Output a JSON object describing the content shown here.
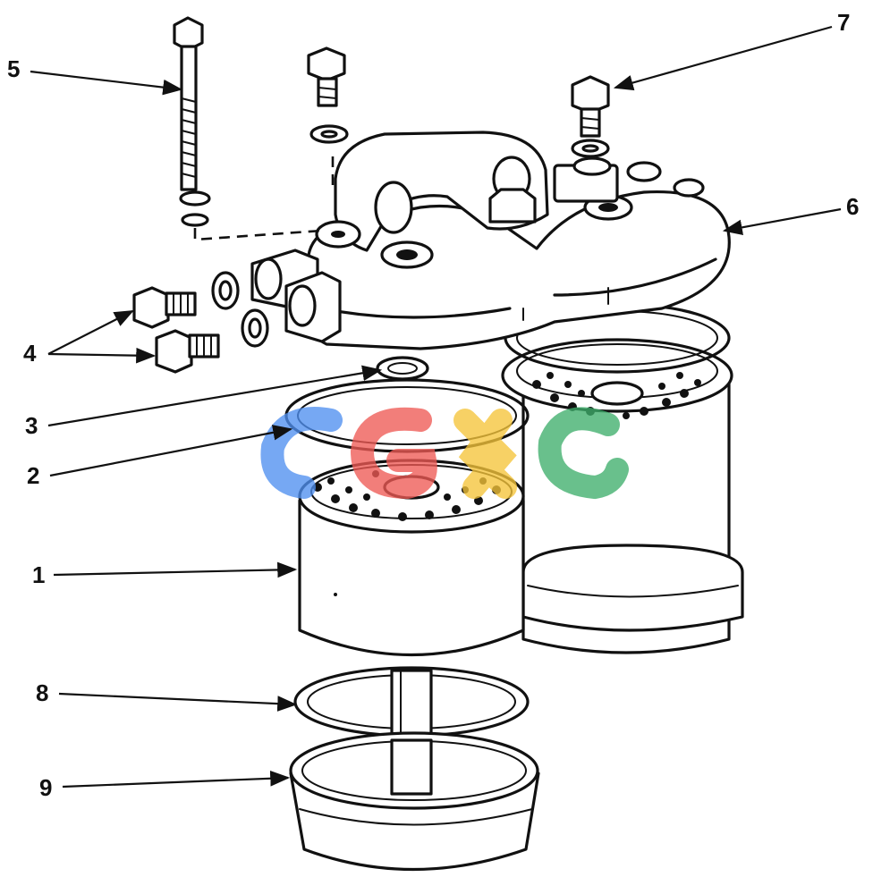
{
  "callouts": {
    "c1": "1",
    "c2": "2",
    "c3": "3",
    "c4": "4",
    "c5": "5",
    "c6": "6",
    "c7": "7",
    "c8": "8",
    "c9": "9"
  },
  "watermark": {
    "colors": [
      "#4f8ff0",
      "#ee5a55",
      "#f5c43a",
      "#3fae6c"
    ]
  }
}
